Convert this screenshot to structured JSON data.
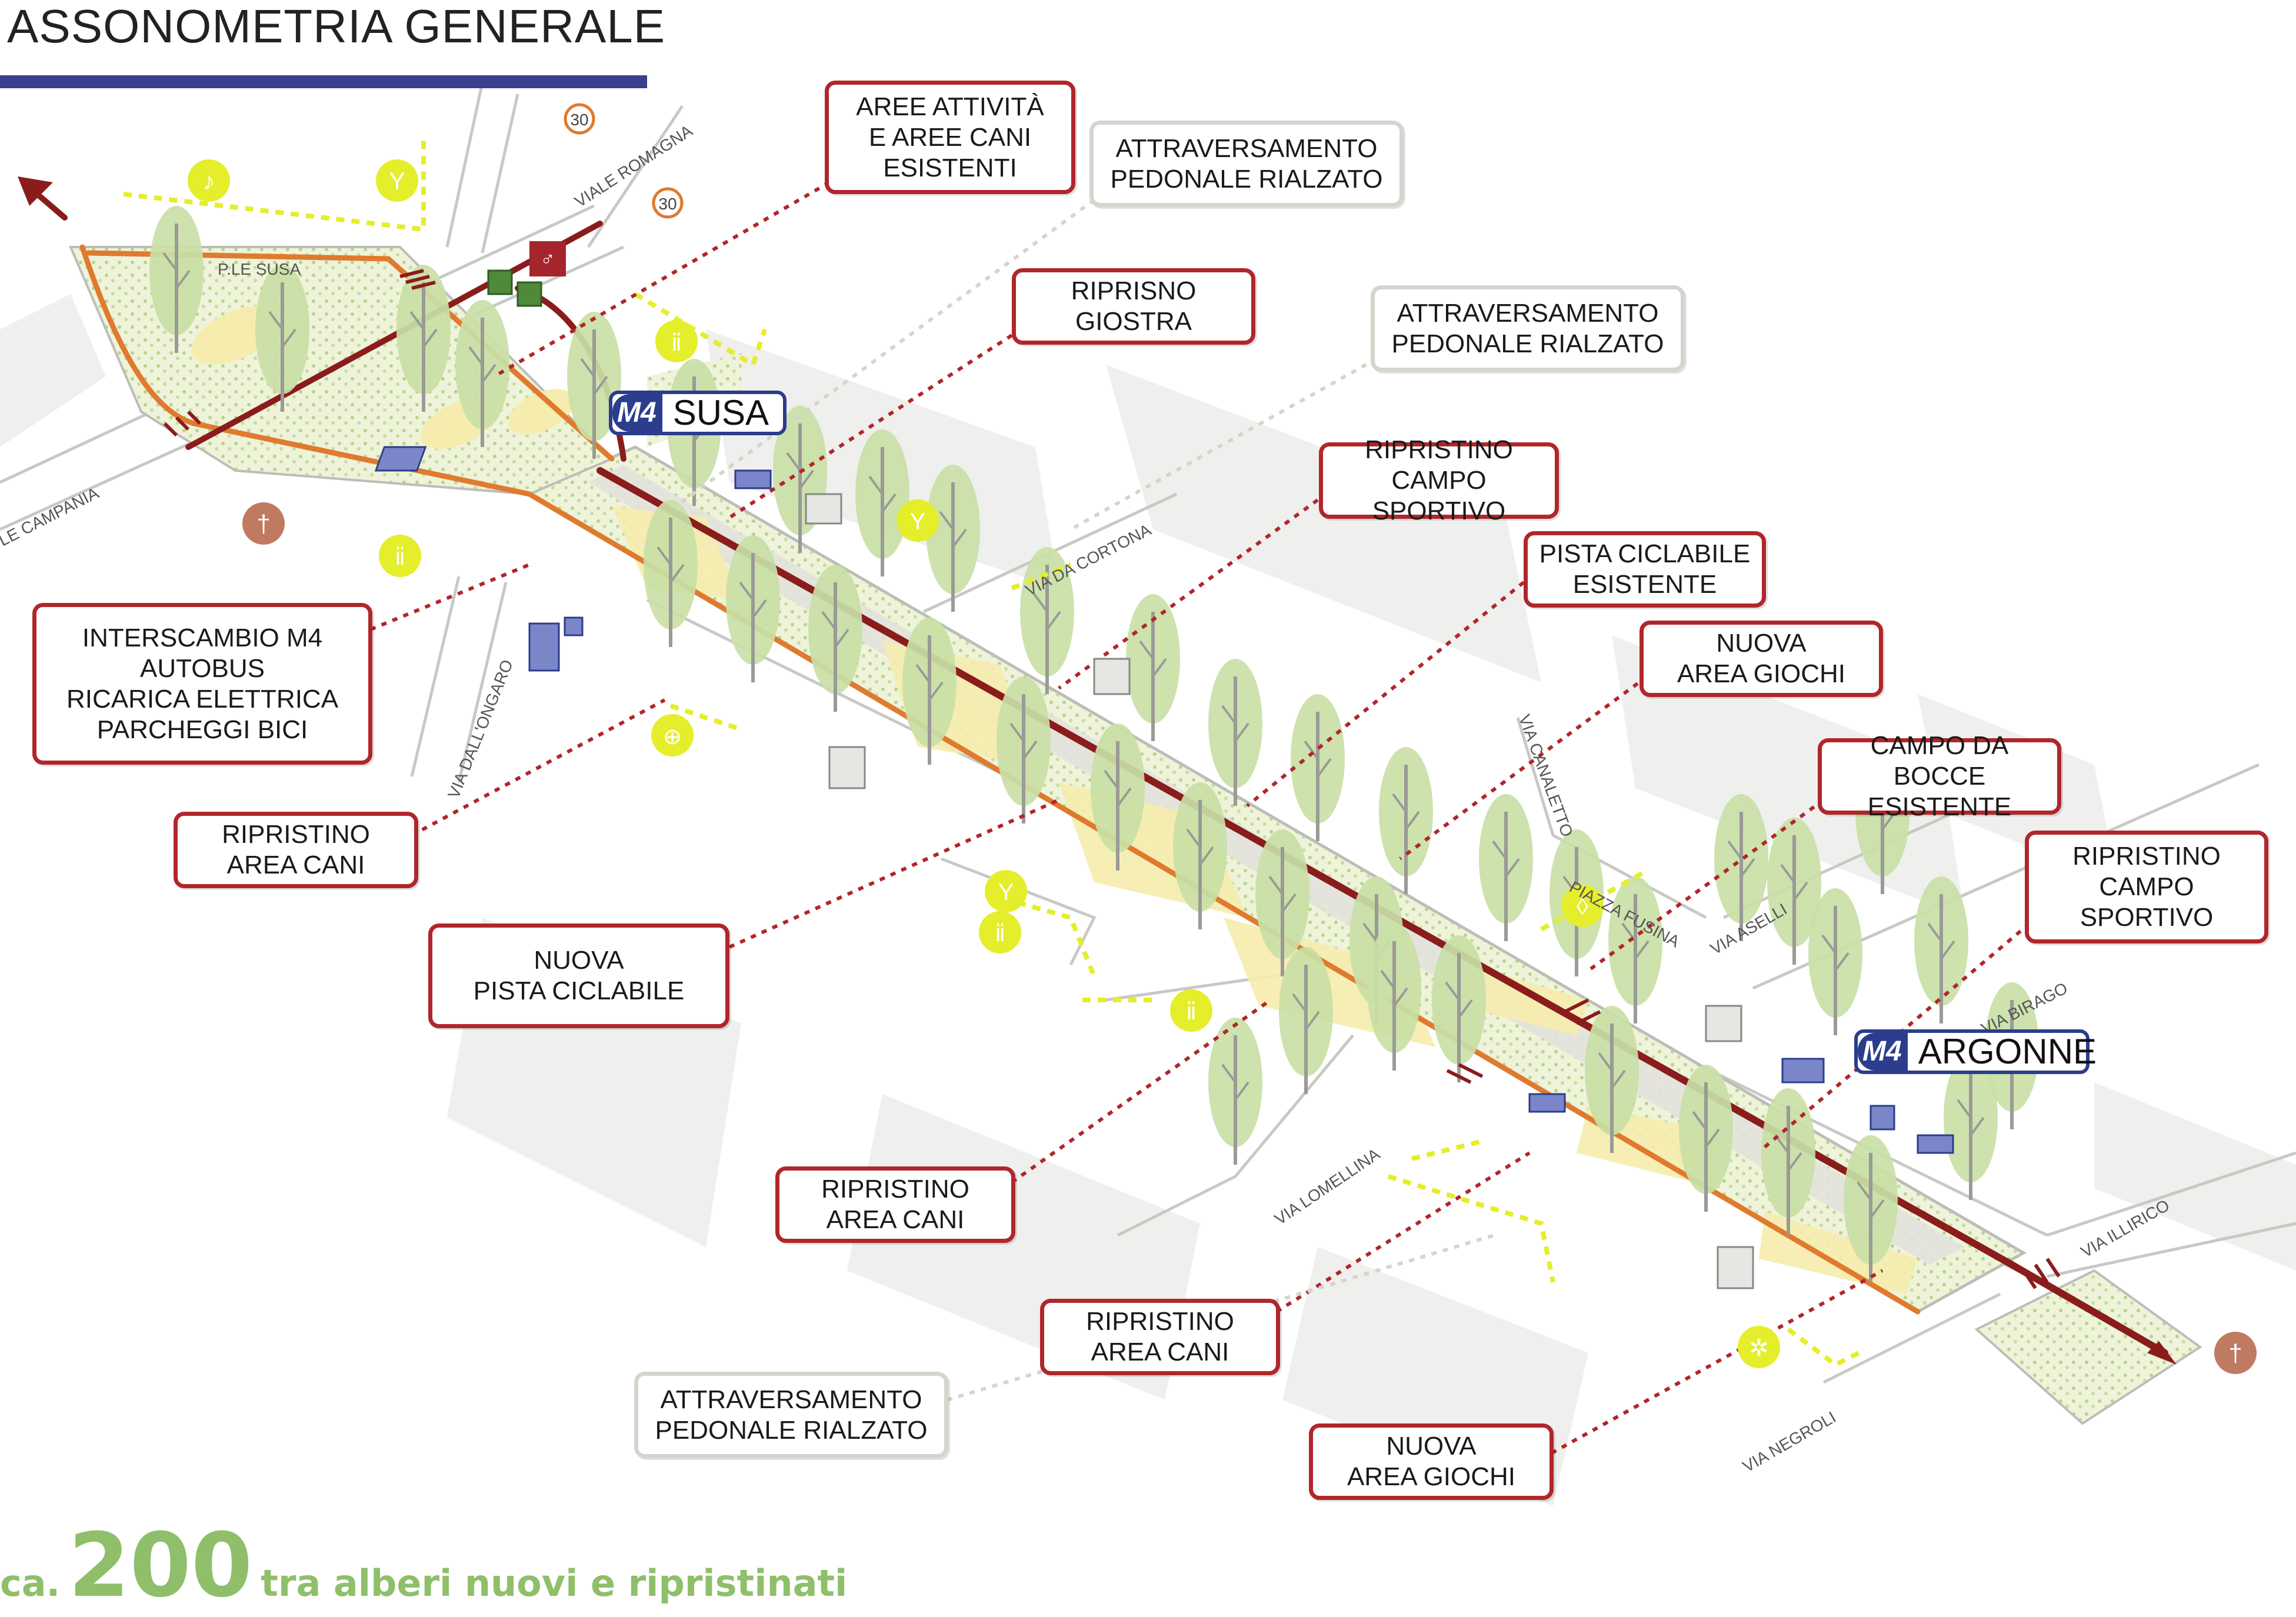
{
  "title": "ASSONOMETRIA GENERALE",
  "colors": {
    "callout_border_red": "#b0262b",
    "callout_border_grey": "#d6d4cd",
    "metro_blue": "#2b3d8c",
    "tree_green": "#c9dfa6",
    "meadow_green": "#e7efcf",
    "cycle_path_red": "#8a1c1c",
    "cycle_path_orange": "#e07a2e",
    "poi_yellow": "#e4ee2a",
    "dashed_leader_red": "#b0262b",
    "dashed_leader_grey": "#d6d4cd",
    "bottom_text_green": "#8fbf6a"
  },
  "callouts": [
    {
      "lines": [
        "AREE ATTIVITÀ",
        "E AREE CANI",
        "ESISTENTI"
      ]
    },
    {
      "lines": [
        "ATTRAVERSAMENTO",
        "PEDONALE RIALZATO"
      ]
    },
    {
      "lines": [
        "RIPRISNO",
        "GIOSTRA"
      ]
    },
    {
      "lines": [
        "ATTRAVERSAMENTO",
        "PEDONALE RIALZATO"
      ]
    },
    {
      "lines": [
        "RIPRISTINO",
        "CAMPO SPORTIVO"
      ]
    },
    {
      "lines": [
        "PISTA CICLABILE",
        "ESISTENTE"
      ]
    },
    {
      "lines": [
        "NUOVA",
        "AREA GIOCHI"
      ]
    },
    {
      "lines": [
        "CAMPO DA BOCCE",
        "ESISTENTE"
      ]
    },
    {
      "lines": [
        "RIPRISTINO",
        "CAMPO",
        "SPORTIVO"
      ]
    },
    {
      "lines": [
        "INTERSCAMBIO M4",
        "AUTOBUS",
        "RICARICA ELETTRICA",
        "PARCHEGGI BICI"
      ]
    },
    {
      "lines": [
        "RIPRISTINO",
        "AREA CANI"
      ]
    },
    {
      "lines": [
        "NUOVA",
        "PISTA CICLABILE"
      ]
    },
    {
      "lines": [
        "RIPRISTINO",
        "AREA CANI"
      ]
    },
    {
      "lines": [
        "RIPRISTINO",
        "AREA CANI"
      ]
    },
    {
      "lines": [
        "ATTRAVERSAMENTO",
        "PEDONALE RIALZATO"
      ]
    },
    {
      "lines": [
        "NUOVA",
        "AREA GIOCHI"
      ]
    }
  ],
  "stations": [
    {
      "badge": "M4",
      "name": "SUSA"
    },
    {
      "badge": "M4",
      "name": "ARGONNE"
    }
  ],
  "streets": [
    "P.LE SUSA",
    "VIALE ROMAGNA",
    "LE CAMPANIA",
    "VIA DALL'ONGARO",
    "VIA DA CORTONA",
    "VIA CANALETTO",
    "PIAZZA FUSINA",
    "VIA ASELLI",
    "VIA BIRAGO",
    "VIA LOMELLINA",
    "VIA ILLIRICO",
    "VIA NEGROLI"
  ],
  "speed_signs": [
    "30",
    "30"
  ],
  "icons": [
    "music-icon",
    "cocktail-icon",
    "bike-sharing-icon",
    "restaurant-icon",
    "church-icon",
    "shopping-cart-icon",
    "fountain-icon",
    "sun-icon",
    "north-arrow-icon",
    "south-arrow-icon"
  ],
  "bottom_text": {
    "prefix": "ca.",
    "number": "200",
    "suffix": "tra alberi  nuovi e ripristinati"
  }
}
